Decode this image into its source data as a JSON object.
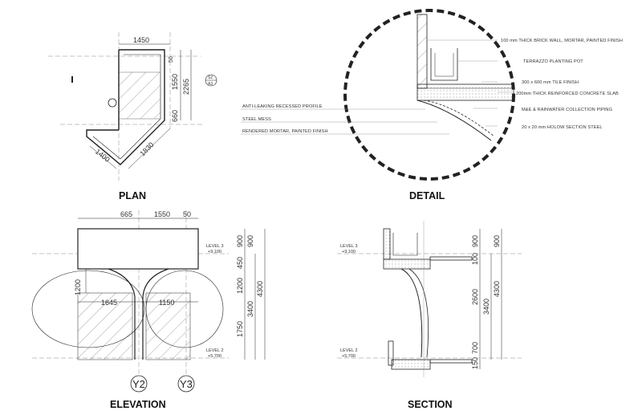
{
  "titles": {
    "plan": "PLAN",
    "detail": "DETAIL",
    "elevation": "ELEVATION",
    "section": "SECTION"
  },
  "plan": {
    "dims": [
      "1450",
      "50",
      "1550",
      "2265",
      "660",
      "1400",
      "1830"
    ],
    "marker_top": "S2",
    "marker_bottom": "A3"
  },
  "detail": {
    "notes_right": [
      "100 mm THICK BRICK WALL, MORTAR, PAINTED FINISH",
      "TERRAZZO PLANTING POT",
      "300 x 600 mm TILE FINISH",
      "200mm THICK REINFORCED CONCRETE SLAB",
      "M&E & RAINWATER COLLECTION PIPING",
      "20 x 20 mm HOLOW SECTION STEEL"
    ],
    "notes_left": [
      "ANTI-LEAKING RECESSED PROFILE",
      "STEEL MESS",
      "RENDERED MORTAR, PAINTED FINISH"
    ]
  },
  "elevation": {
    "top_dims": [
      "665",
      "1550",
      "50"
    ],
    "mid_dims": [
      "1645",
      "1150"
    ],
    "left_dim": "1200",
    "right_dims": [
      "900",
      "450",
      "1200",
      "1750",
      "900",
      "3400",
      "4300"
    ],
    "level3": {
      "name": "LEVEL 3",
      "value": "+9.100"
    },
    "level2": {
      "name": "LEVEL 2",
      "value": "+5.700"
    },
    "grid_labels": [
      "Y2",
      "Y3"
    ]
  },
  "section": {
    "level3": {
      "name": "LEVEL 3",
      "value": "+9.100"
    },
    "level2": {
      "name": "LEVEL 2",
      "value": "+5.700"
    },
    "dims_inner": [
      "900",
      "100",
      "2600",
      "150",
      "700"
    ],
    "dims_mid": [
      "3400"
    ],
    "dims_outer": [
      "900",
      "4300"
    ]
  },
  "colors": {
    "line": "#222222",
    "hatch": "#555555",
    "fill_concrete": "#cfcfcf"
  }
}
